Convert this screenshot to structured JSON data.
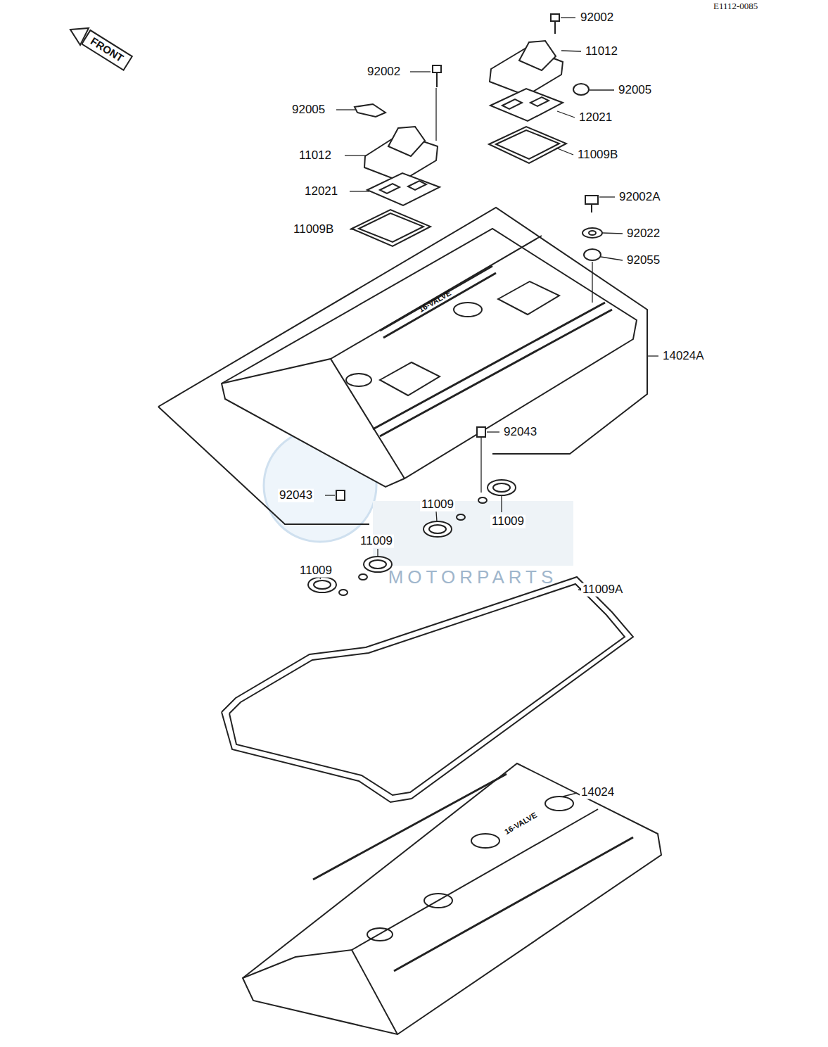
{
  "diagram": {
    "labels": [
      "E1112-0085",
      "FRONT",
      "92002",
      "11012",
      "92002",
      "92005",
      "92005",
      "12021",
      "11012",
      "11009B",
      "12021",
      "92002A",
      "11009B",
      "92022",
      "92055",
      "16-VALVE",
      "14024A",
      "92043",
      "92043",
      "11009",
      "11009",
      "11009",
      "11009",
      "MOTORPARTS",
      "11009A",
      "16-VALVE",
      "14024"
    ]
  }
}
